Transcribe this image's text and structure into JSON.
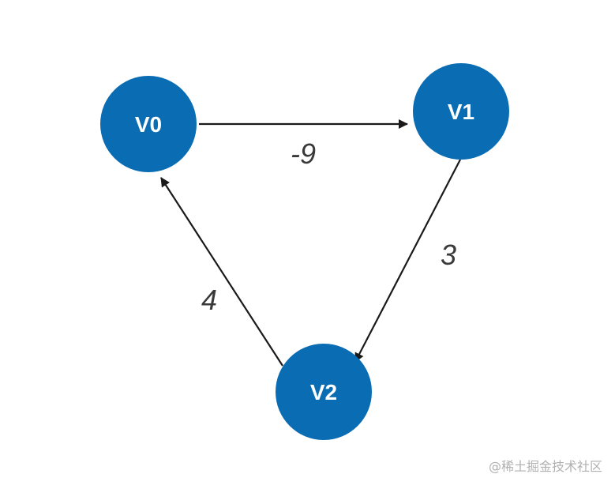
{
  "graph": {
    "nodes": [
      {
        "id": "V0",
        "label": "V0"
      },
      {
        "id": "V1",
        "label": "V1"
      },
      {
        "id": "V2",
        "label": "V2"
      }
    ],
    "edges": [
      {
        "from": "V0",
        "to": "V1",
        "weight": "-9"
      },
      {
        "from": "V1",
        "to": "V2",
        "weight": "3"
      },
      {
        "from": "V2",
        "to": "V0",
        "weight": "4"
      }
    ]
  },
  "colors": {
    "node_fill": "#0a6db3",
    "node_text": "#ffffff",
    "edge": "#1a1a1a",
    "weight_text": "#3a3a3a"
  },
  "watermark": "@稀土掘金技术社区"
}
